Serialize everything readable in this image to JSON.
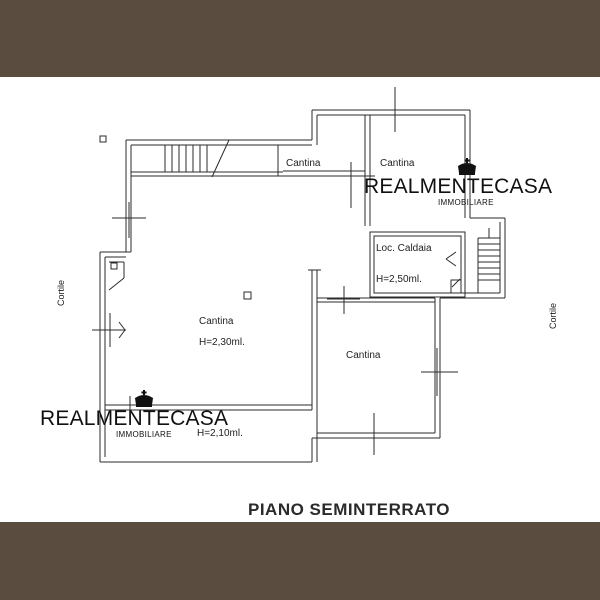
{
  "rooms": {
    "cantina_main": "Cantina",
    "cantina_main_height": "H=2,30ml.",
    "cantina_corridor": "Cantina",
    "cantina_top_right": "Cantina",
    "loc_caldaia": "Loc. Caldaia",
    "loc_caldaia_height": "H=2,50ml.",
    "cantina_lower_right": "Cantina",
    "bottom_strip_height": "H=2,10ml."
  },
  "side_labels": {
    "left": "Cortile",
    "right": "Cortile"
  },
  "title": "PIANO SEMINTERRATO",
  "watermark": {
    "brand": "REALMENTECASA",
    "sub": "IMMOBILIARE"
  },
  "colors": {
    "band": "#5a4c3f",
    "walls": "#2b2b2b"
  }
}
